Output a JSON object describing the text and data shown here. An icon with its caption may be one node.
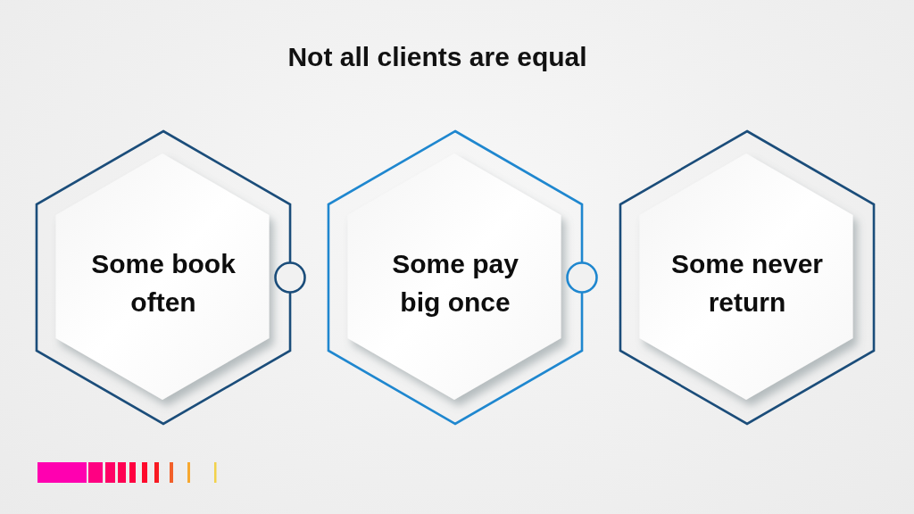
{
  "diagram": {
    "title": "Not all clients are equal",
    "nodes": [
      {
        "text": [
          "Some book often"
        ]
      },
      {
        "text": [
          "Some pay big once"
        ]
      },
      {
        "text": [
          "Some never return"
        ]
      }
    ]
  }
}
